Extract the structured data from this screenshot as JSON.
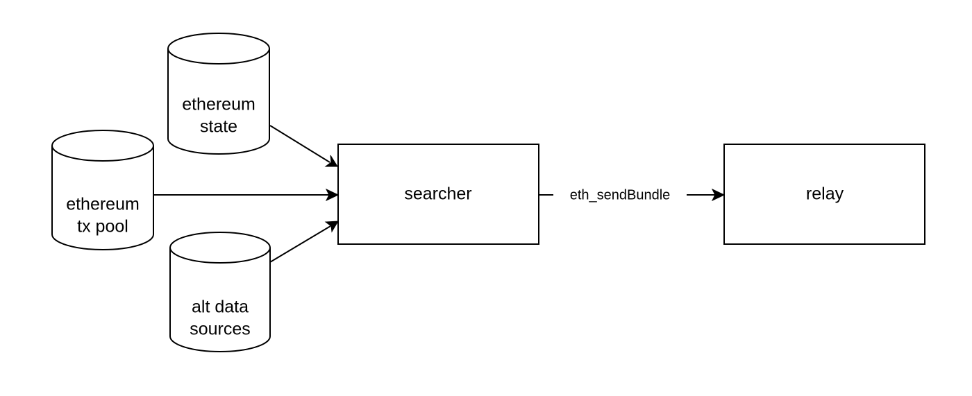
{
  "diagram": {
    "nodes": {
      "eth_state": {
        "shape": "cylinder",
        "lines": [
          "ethereum",
          "state"
        ]
      },
      "tx_pool": {
        "shape": "cylinder",
        "lines": [
          "ethereum",
          "tx pool"
        ]
      },
      "alt_data": {
        "shape": "cylinder",
        "lines": [
          "alt data",
          "sources"
        ]
      },
      "searcher": {
        "shape": "rectangle",
        "label": "searcher"
      },
      "relay": {
        "shape": "rectangle",
        "label": "relay"
      }
    },
    "edges": [
      {
        "from": "eth_state",
        "to": "searcher",
        "label": ""
      },
      {
        "from": "tx_pool",
        "to": "searcher",
        "label": ""
      },
      {
        "from": "alt_data",
        "to": "searcher",
        "label": ""
      },
      {
        "from": "searcher",
        "to": "relay",
        "label": "eth_sendBundle"
      }
    ],
    "colors": {
      "stroke": "#000000",
      "fill": "#ffffff",
      "text": "#000000"
    }
  }
}
